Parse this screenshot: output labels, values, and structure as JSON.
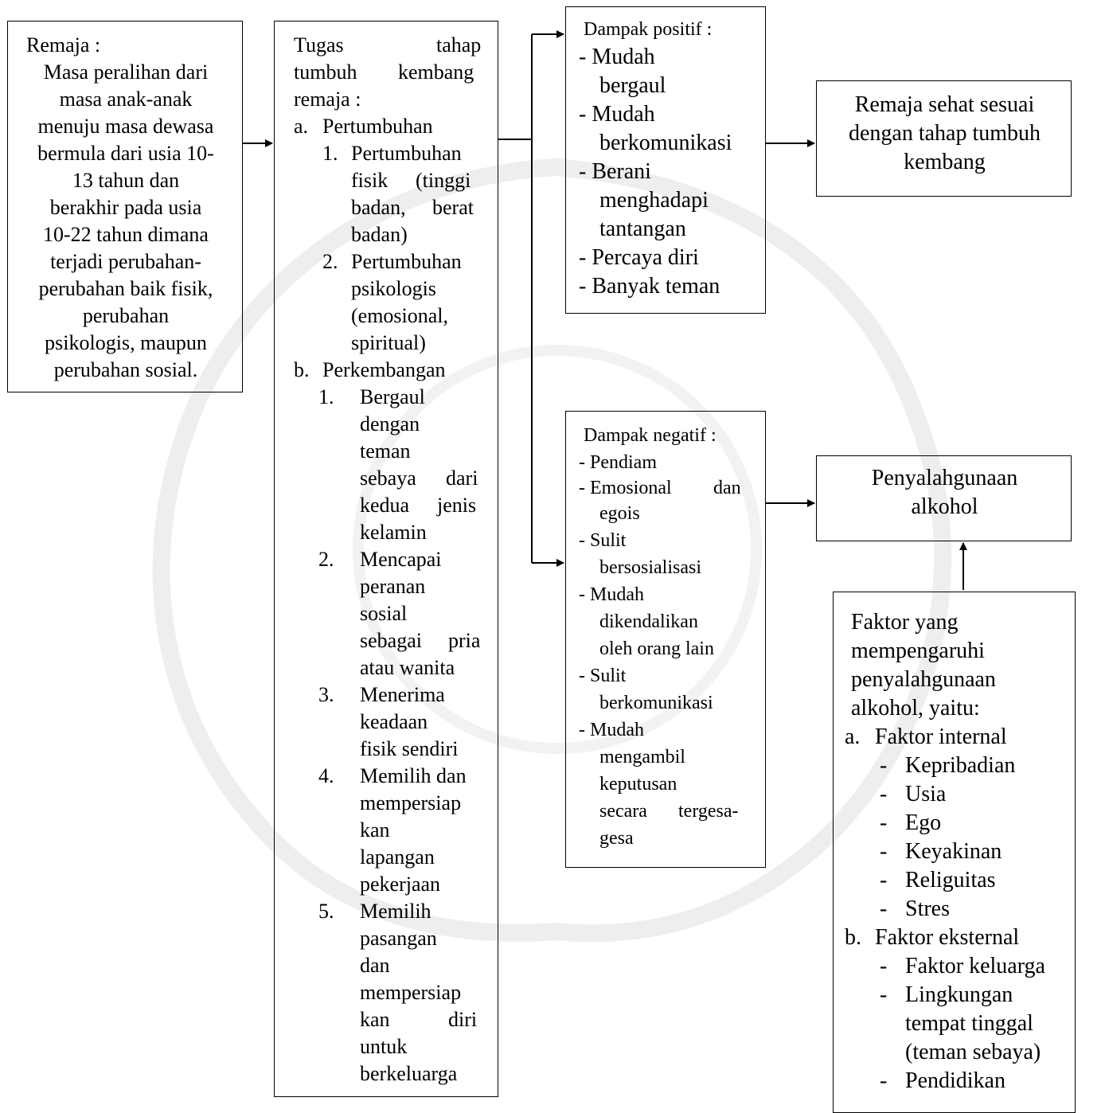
{
  "boxes": {
    "remaja": {
      "title": "Remaja :",
      "lines": [
        "Masa peralihan dari",
        "masa anak-anak",
        "menuju masa dewasa",
        "bermula dari usia 10-",
        "13 tahun dan",
        "berakhir pada usia",
        "10-22 tahun dimana",
        "terjadi perubahan-",
        "perubahan baik fisik,",
        "perubahan",
        "psikologis, maupun",
        "perubahan sosial."
      ]
    },
    "tugas": {
      "title_words": [
        "Tugas",
        "tahap",
        "tumbuh",
        "kembang",
        "remaja :"
      ],
      "a_marker": "a.",
      "a_label": "Pertumbuhan",
      "a1_num": "1.",
      "a1": [
        "Pertumbuhan",
        "fisik",
        "(tinggi",
        "badan,",
        "berat",
        "badan)"
      ],
      "a2_num": "2.",
      "a2": [
        "Pertumbuhan",
        "psikologis",
        "(emosional,",
        "spiritual)"
      ],
      "b_marker": "b.",
      "b_label": "Perkembangan",
      "b1_num": "1.",
      "b1": [
        "Bergaul",
        "dengan",
        "teman",
        "sebaya",
        "dari",
        "kedua",
        "jenis",
        "kelamin"
      ],
      "b2_num": "2.",
      "b2": [
        "Mencapai",
        "peranan",
        "sosial",
        "sebagai",
        "pria",
        "atau wanita"
      ],
      "b3_num": "3.",
      "b3": [
        "Menerima",
        "keadaan",
        "fisik sendiri"
      ],
      "b4_num": "4.",
      "b4": [
        "Memilih dan",
        "mempersiap",
        "kan",
        "lapangan",
        "pekerjaan"
      ],
      "b5_num": "5.",
      "b5": [
        "Memilih",
        "pasangan",
        "dan",
        "mempersiap",
        "kan",
        "diri",
        "untuk",
        "berkeluarga"
      ]
    },
    "positif": {
      "title": "Dampak positif :",
      "items": [
        "- Mudah",
        "bergaul",
        "- Mudah",
        "berkomunikasi",
        "- Berani",
        "menghadapi",
        "tantangan",
        "- Percaya diri",
        "- Banyak teman"
      ]
    },
    "negatif": {
      "title": "Dampak negatif :",
      "items": [
        "- Pendiam",
        "- Emosional",
        "dan",
        "egois",
        "- Sulit",
        "bersosialisasi",
        "- Mudah",
        "dikendalikan",
        "oleh orang lain",
        "- Sulit",
        "berkomunikasi",
        "- Mudah",
        "mengambil",
        "keputusan",
        "secara",
        "tergesa-",
        "gesa"
      ]
    },
    "sehat": {
      "lines": [
        "Remaja sehat sesuai",
        "dengan tahap tumbuh",
        "kembang"
      ]
    },
    "penyalahgunaan": {
      "lines": [
        "Penyalahgunaan",
        "alkohol"
      ]
    },
    "faktor": {
      "title_lines": [
        "Faktor yang",
        "mempengaruhi",
        "penyalahgunaan",
        "alkohol, yaitu:"
      ],
      "a_marker": "a.",
      "a_label": "Faktor internal",
      "internal": [
        "Kepribadian",
        "Usia",
        "Ego",
        "Keyakinan",
        "Religuitas",
        "Stres"
      ],
      "b_marker": "b.",
      "b_label": "Faktor eksternal",
      "eksternal": [
        "Faktor keluarga",
        "Lingkungan",
        "tempat tinggal",
        "(teman sebaya)",
        "Pendidikan"
      ],
      "dash": "-"
    }
  }
}
